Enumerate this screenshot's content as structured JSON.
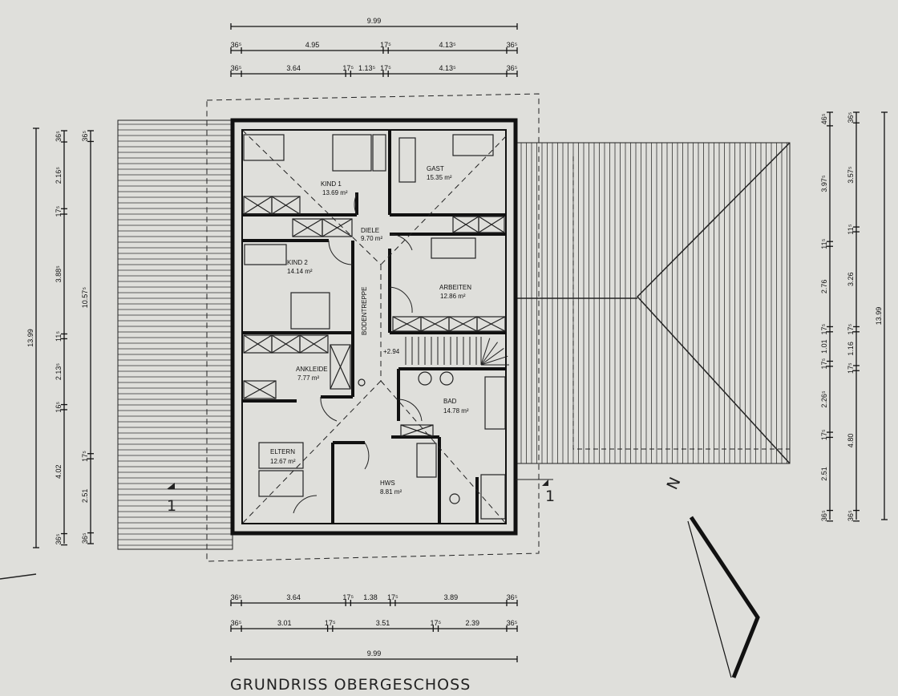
{
  "title": "GRUNDRISS OBERGESCHOSS",
  "level_mark": "+2.94",
  "stair_label": "BODENTREPPE",
  "section_marker": "1",
  "north_label": "N",
  "rooms": [
    {
      "name": "KIND 1",
      "area": "13.69 m²"
    },
    {
      "name": "GAST",
      "area": "15.35 m²"
    },
    {
      "name": "DIELE",
      "area": "9.70 m²"
    },
    {
      "name": "KIND 2",
      "area": "14.14 m²"
    },
    {
      "name": "ARBEITEN",
      "area": "12.86 m²"
    },
    {
      "name": "ANKLEIDE",
      "area": "7.77 m²"
    },
    {
      "name": "BAD",
      "area": "14.78 m²"
    },
    {
      "name": "ELTERN",
      "area": "12.67 m²"
    },
    {
      "name": "HWS",
      "area": "8.81 m²"
    }
  ],
  "dimensions": {
    "top": [
      [
        "9.99"
      ],
      [
        "36⁵",
        "4.95",
        "17⁵",
        "4.13⁵",
        "36⁵"
      ],
      [
        "36⁵",
        "3.64",
        "17⁵",
        "1.13⁵",
        "17⁵",
        "4.13⁵",
        "36⁵"
      ]
    ],
    "bottom": [
      [
        "36⁵",
        "3.64",
        "17⁵",
        "1.38",
        "17⁵",
        "3.89",
        "36⁵"
      ],
      [
        "36⁵",
        "3.01",
        "17⁵",
        "3.51",
        "17⁵",
        "2.39",
        "36⁵"
      ],
      [
        "9.99"
      ]
    ],
    "left": [
      [
        "13.99"
      ],
      [
        "36⁵",
        "2.16⁵",
        "17⁵",
        "3.88⁵",
        "11⁵",
        "2.13⁵",
        "16⁵",
        "4.02",
        "36⁵"
      ],
      [
        "36⁵",
        "10.57⁵",
        "17⁵",
        "2.51",
        "36⁵"
      ]
    ],
    "right": [
      [
        "46⁵",
        "3.97⁵",
        "11⁵",
        "2.76",
        "17⁵",
        "1.01",
        "17⁵",
        "2.26⁵",
        "17⁵",
        "2.51",
        "36⁵"
      ],
      [
        "36⁵",
        "3.57⁵",
        "11⁵",
        "3.26",
        "17⁵",
        "1.16",
        "17⁵",
        "4.80",
        "36⁵"
      ],
      [
        "13.99"
      ]
    ]
  }
}
